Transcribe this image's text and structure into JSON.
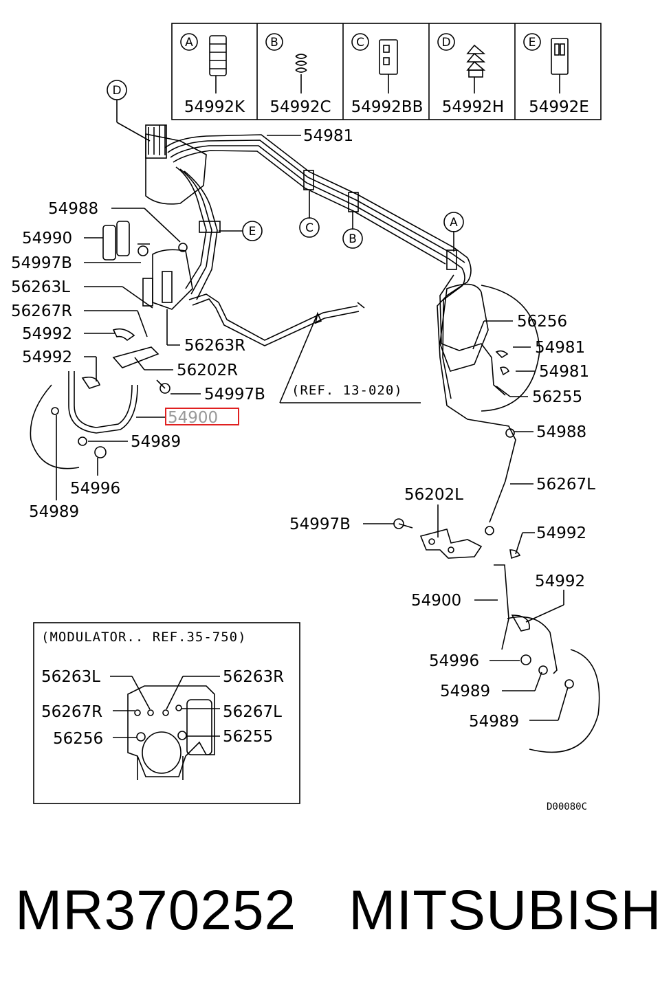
{
  "connectors": [
    {
      "letter": "A",
      "part": "54992K"
    },
    {
      "letter": "B",
      "part": "54992C"
    },
    {
      "letter": "C",
      "part": "54992BB"
    },
    {
      "letter": "D",
      "part": "54992H"
    },
    {
      "letter": "E",
      "part": "54992E"
    }
  ],
  "callouts": {
    "D": "D",
    "C": "C",
    "B": "B",
    "A": "A",
    "E": "E"
  },
  "labels": {
    "p54981_top": "54981",
    "p54988_l": "54988",
    "p54990": "54990",
    "p54997B_l": "54997B",
    "p56263L": "56263L",
    "p56267R": "56267R",
    "p54992_a": "54992",
    "p54992_b": "54992",
    "p56263R": "56263R",
    "p56202R": "56202R",
    "p54997B_m": "54997B",
    "ref": "(REF. 13-020)",
    "p54900_hl": "54900",
    "p54989_a": "54989",
    "p54996_l": "54996",
    "p54989_b": "54989",
    "p56256": "56256",
    "p54981_r1": "54981",
    "p54981_r2": "54981",
    "p56255": "56255",
    "p54988_r": "54988",
    "p56267L": "56267L",
    "p56202L": "56202L",
    "p54997B_r": "54997B",
    "p54992_r1": "54992",
    "p54992_r2": "54992",
    "p54900_r": "54900",
    "p54996_r": "54996",
    "p54989_r1": "54989",
    "p54989_r2": "54989",
    "diagram_code": "D00080C"
  },
  "modulator": {
    "title": "(MODULATOR.. REF.35-750)",
    "p56263L": "56263L",
    "p56263R": "56263R",
    "p56267R": "56267R",
    "p56267L": "56267L",
    "p56256": "56256",
    "p56255": "56255"
  },
  "footer": {
    "part_number": "MR370252",
    "brand": "MITSUBISHI"
  },
  "colors": {
    "highlight": "#e02020"
  }
}
